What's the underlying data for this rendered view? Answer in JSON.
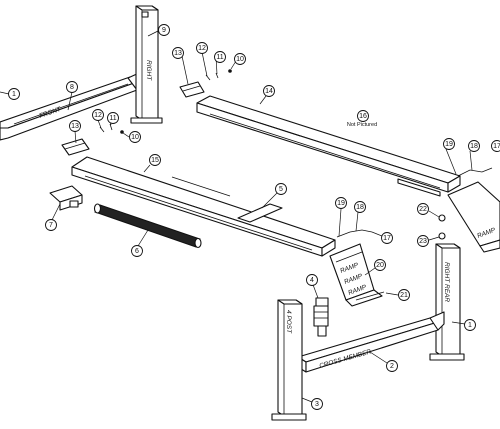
{
  "labels": {
    "front": "FRONT",
    "right": "RIGHT",
    "right_rear": "RIGHT REAR",
    "cross_member": "CROSS MEMBER",
    "post": "4 POST",
    "ramp": "RAMP",
    "not_pictured": "Not Pictured"
  },
  "callouts": [
    {
      "id": "c1a",
      "num": "1"
    },
    {
      "id": "c8",
      "num": "8"
    },
    {
      "id": "c9",
      "num": "9"
    },
    {
      "id": "c13a",
      "num": "13"
    },
    {
      "id": "c12a",
      "num": "12"
    },
    {
      "id": "c11a",
      "num": "11"
    },
    {
      "id": "c10a",
      "num": "10"
    },
    {
      "id": "c14",
      "num": "14"
    },
    {
      "id": "c16",
      "num": "16"
    },
    {
      "id": "c13b",
      "num": "13"
    },
    {
      "id": "c12b",
      "num": "12"
    },
    {
      "id": "c11b",
      "num": "11"
    },
    {
      "id": "c10b",
      "num": "10"
    },
    {
      "id": "c15",
      "num": "15"
    },
    {
      "id": "c19a",
      "num": "19"
    },
    {
      "id": "c18a",
      "num": "18"
    },
    {
      "id": "c17a",
      "num": "17"
    },
    {
      "id": "c7",
      "num": "7"
    },
    {
      "id": "c5",
      "num": "5"
    },
    {
      "id": "c6",
      "num": "6"
    },
    {
      "id": "c19b",
      "num": "19"
    },
    {
      "id": "c18b",
      "num": "18"
    },
    {
      "id": "c17b",
      "num": "17"
    },
    {
      "id": "c22",
      "num": "22"
    },
    {
      "id": "c23",
      "num": "23"
    },
    {
      "id": "c4",
      "num": "4"
    },
    {
      "id": "c20",
      "num": "20"
    },
    {
      "id": "c21",
      "num": "21"
    },
    {
      "id": "c1b",
      "num": "1"
    },
    {
      "id": "c2",
      "num": "2"
    },
    {
      "id": "c3",
      "num": "3"
    }
  ]
}
